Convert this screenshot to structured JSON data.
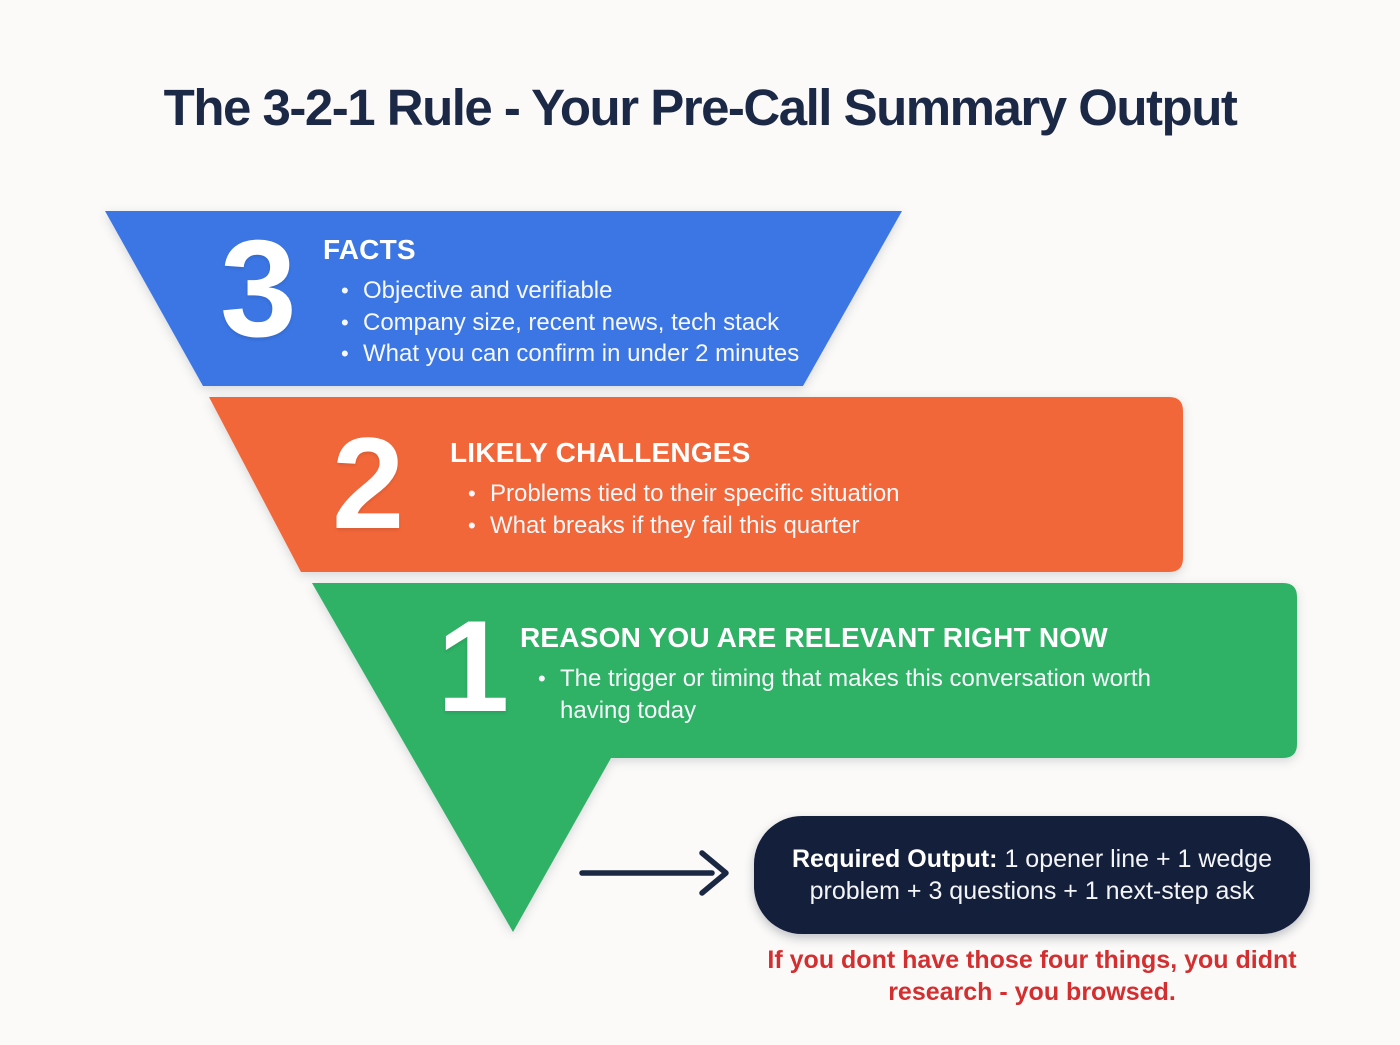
{
  "title": "The 3-2-1 Rule - Your Pre-Call Summary Output",
  "funnel": {
    "levels": [
      {
        "number": "3",
        "heading": "FACTS",
        "bullets": [
          "Objective and verifiable",
          "Company size, recent news, tech stack",
          "What you can confirm in under 2 minutes"
        ],
        "color": "#3b76e4"
      },
      {
        "number": "2",
        "heading": "LIKELY CHALLENGES",
        "bullets": [
          "Problems tied to their specific situation",
          "What breaks if they fail this quarter"
        ],
        "color": "#f2673a"
      },
      {
        "number": "1",
        "heading": "REASON YOU ARE RELEVANT RIGHT NOW",
        "bullets": [
          "The trigger or timing that makes this conversation worth having today"
        ],
        "color": "#2fb166"
      }
    ]
  },
  "callout": {
    "label": "Required Output:",
    "text": "1 opener line + 1 wedge problem + 3 questions + 1 next-step ask",
    "background": "#141f3c"
  },
  "warning": {
    "text": "If you dont have those four things, you didnt research - you browsed.",
    "color": "#d32f30"
  },
  "colors": {
    "background": "#fbfaf8",
    "navy": "#1b2844"
  }
}
